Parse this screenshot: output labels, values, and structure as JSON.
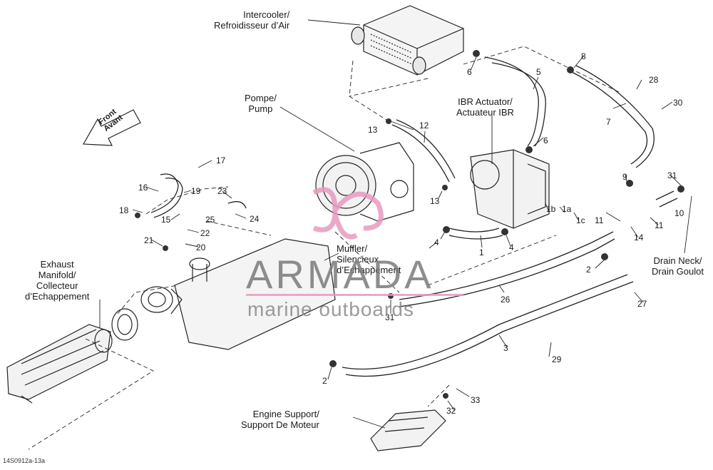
{
  "labels": {
    "intercooler": [
      "Intercooler/",
      "Refroidisseur d’Air"
    ],
    "pump": [
      "Pompe/",
      "Pump"
    ],
    "ibr": [
      "IBR Actuator/",
      "Actuateur IBR"
    ],
    "muffler": [
      "Muffler/",
      "Silencieux",
      "d’Echappement"
    ],
    "exhaust": [
      "Exhaust",
      "Manifold/",
      "Collecteur",
      "d’Echappement"
    ],
    "drain": [
      "Drain Neck/",
      "Drain Goulot"
    ],
    "engine_support": [
      "Engine Support/",
      "Support De Moteur"
    ],
    "front": [
      "Front",
      "Avant"
    ]
  },
  "part_numbers": {
    "p1": "1",
    "p1a": "1a",
    "p1b": "1b",
    "p1c": "1c",
    "p2a": "2",
    "p2b": "2",
    "p3": "3",
    "p4a": "4",
    "p4b": "4",
    "p5": "5",
    "p6a": "6",
    "p6b": "6",
    "p7": "7",
    "p8": "8",
    "p9": "9",
    "p10": "10",
    "p11a": "11",
    "p11b": "11",
    "p12": "12",
    "p13a": "13",
    "p13b": "13",
    "p14": "14",
    "p15": "15",
    "p16": "16",
    "p17": "17",
    "p18": "18",
    "p19": "19",
    "p20": "20",
    "p21": "21",
    "p22": "22",
    "p23": "23",
    "p24": "24",
    "p25": "25",
    "p26": "26",
    "p27": "27",
    "p28": "28",
    "p29": "29",
    "p30": "30",
    "p31a": "31",
    "p31b": "31",
    "p32": "32",
    "p33": "33"
  },
  "watermark": {
    "title": "ARMADA",
    "subtitle": "marine outboards",
    "accent": "#e79ac0"
  },
  "figure_code": "14S0912a-13a"
}
